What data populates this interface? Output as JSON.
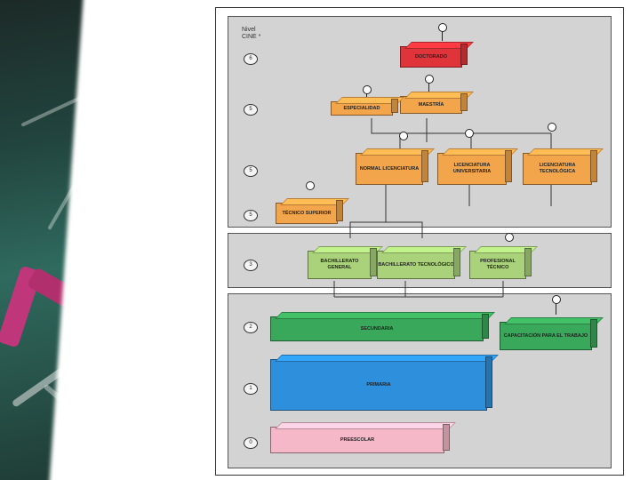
{
  "header": {
    "nivel": "Nivel",
    "cine": "CINE *"
  },
  "levels": [
    "6",
    "5",
    "5",
    "5",
    "3",
    "2",
    "1",
    "0"
  ],
  "boxes": {
    "doctorado": "DOCTORADO",
    "maestria": "MAESTRÍA",
    "especialidad": "ESPECIALIDAD",
    "normal": "NORMAL LICENCIATURA",
    "lic_univ": "LICENCIATURA UNIVERSITARIA",
    "lic_tec": "LICENCIATURA TECNOLÓGICA",
    "tecnico_sup": "TÉCNICO SUPERIOR",
    "bach_gen": "BACHILLERATO GENERAL",
    "bach_tec": "BACHILLERATO TECNOLÓGICO",
    "prof_tec": "PROFESIONAL TÉCNICO",
    "secundaria": "SECUNDARIA",
    "capacitacion": "CAPACITACIÓN PARA EL TRABAJO",
    "primaria": "PRIMARIA",
    "preescolar": "PREESCOLAR"
  },
  "colors": {
    "red": "#e0343b",
    "orange": "#f2a54a",
    "light_green": "#a9d27a",
    "dark_green": "#3aa85a",
    "blue": "#2e90dd",
    "pink": "#f5b8c8"
  }
}
